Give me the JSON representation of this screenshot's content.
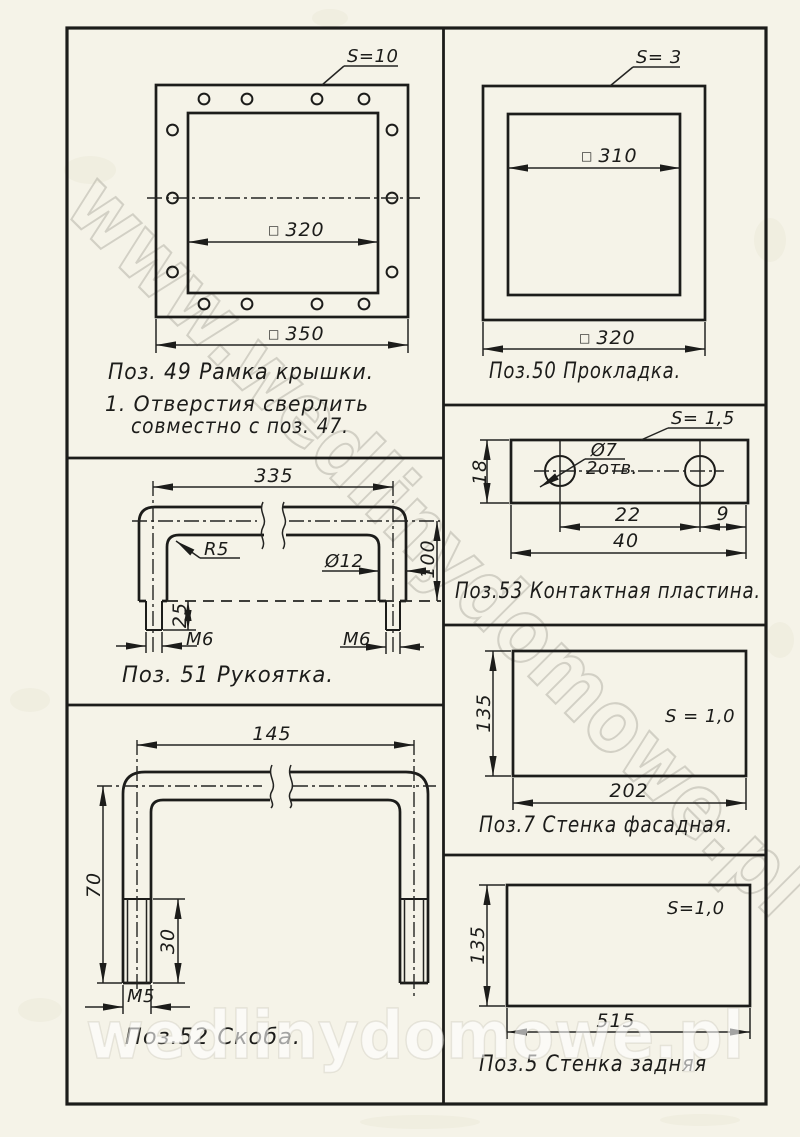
{
  "doc": {
    "type": "scanned technical drawing sheet",
    "language": "Russian"
  },
  "colors": {
    "paper": "#f5f3e8",
    "ink": "#1c1c1a",
    "watermark_gray": "#b9b7ae"
  },
  "watermark": {
    "diagonal": "www.wedlinydomowe.pl",
    "bottom": "wedlinydomowe.pl"
  },
  "p49": {
    "caption": "Поз. 49    Рамка   крышки.",
    "note1": "1. Отверстия  сверлить",
    "note2": "совместно   с  поз. 47.",
    "thickness": "S=10",
    "dim_inner": {
      "sym": "□",
      "val": "320"
    },
    "dim_outer": {
      "sym": "□",
      "val": "350"
    }
  },
  "p50": {
    "caption": "Поз.50    Прокладка.",
    "thickness": "S= 3",
    "dim_inner": {
      "sym": "□",
      "val": "310"
    },
    "dim_outer": {
      "sym": "□",
      "val": "320"
    }
  },
  "p53": {
    "caption": "Поз.53   Контактная  пластина.",
    "thickness": "S= 1,5",
    "hole_dia": "Ø7",
    "hole_count": "2отв.",
    "dim_height": "18",
    "dim_span": "22",
    "dim_edge": "9",
    "dim_width": "40"
  },
  "p51": {
    "caption": "Поз. 51    Рукоятка.",
    "dim_width": "335",
    "radius": "R5",
    "diameter": "Ø12",
    "dim_height": "100",
    "dim_thread": "25",
    "thread_left": "М6",
    "thread_right": "М6"
  },
  "p52": {
    "caption": "Поз.52      Скоба.",
    "dim_width": "145",
    "dim_height": "70",
    "dim_thread": "30",
    "thread": "М5"
  },
  "p7": {
    "caption": "Поз.7  Стенка  фасадная.",
    "thickness": "S = 1,0",
    "dim_height": "135",
    "dim_width": "202"
  },
  "p5": {
    "caption": "Поз.5  Стенка   задняя",
    "thickness": "S=1,0",
    "dim_height": "135",
    "dim_width": "515"
  }
}
